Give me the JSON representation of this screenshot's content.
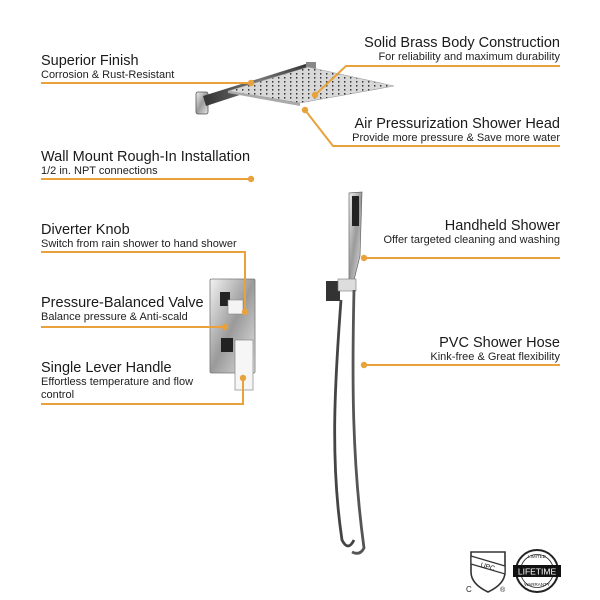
{
  "accent_color": "#e9a13b",
  "callouts": {
    "superior_finish": {
      "title": "Superior Finish",
      "subtitle": "Corrosion & Rust-Resistant"
    },
    "solid_brass": {
      "title": "Solid Brass Body Construction",
      "subtitle": "For reliability and maximum durability"
    },
    "air_pressurization": {
      "title": "Air Pressurization Shower Head",
      "subtitle": "Provide more pressure & Save more water"
    },
    "wall_mount": {
      "title": "Wall Mount Rough-In Installation",
      "subtitle": "1/2 in. NPT connections"
    },
    "diverter_knob": {
      "title": "Diverter Knob",
      "subtitle": "Switch from rain shower to hand shower"
    },
    "handheld_shower": {
      "title": "Handheld Shower",
      "subtitle": "Offer targeted cleaning and washing"
    },
    "pressure_valve": {
      "title": "Pressure-Balanced Valve",
      "subtitle": "Balance pressure & Anti-scald"
    },
    "pvc_hose": {
      "title": "PVC Shower Hose",
      "subtitle": "Kink-free & Great flexibility"
    },
    "single_lever": {
      "title": "Single Lever Handle",
      "subtitle1": "Effortless temperature and  flow",
      "subtitle2": "control"
    }
  },
  "badges": {
    "upc": {
      "text": "UPC",
      "mark_c": "C",
      "mark_r": "®"
    },
    "warranty": {
      "top": "LIMITED",
      "main": "LIFETIME",
      "bottom": "WARRANTY"
    }
  }
}
